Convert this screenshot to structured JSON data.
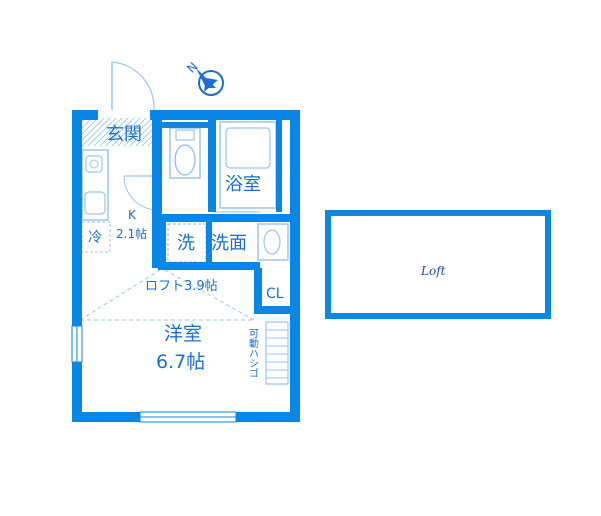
{
  "floorplan": {
    "accent_color": "#0a86e6",
    "label_color": "#1a6fd0",
    "compass_label": "N",
    "rooms": {
      "genkan": "玄関",
      "bath": "浴室",
      "kitchen_k": "K",
      "kitchen_size": "2.1帖",
      "fridge": "冷",
      "washer": "洗",
      "washroom": "洗面",
      "loft_area": "ロフト3.9帖",
      "closet": "CL",
      "western_room": "洋室",
      "western_size": "6.7帖",
      "ladder": "可動ハシゴ"
    },
    "loft": {
      "label": "Loft"
    }
  }
}
